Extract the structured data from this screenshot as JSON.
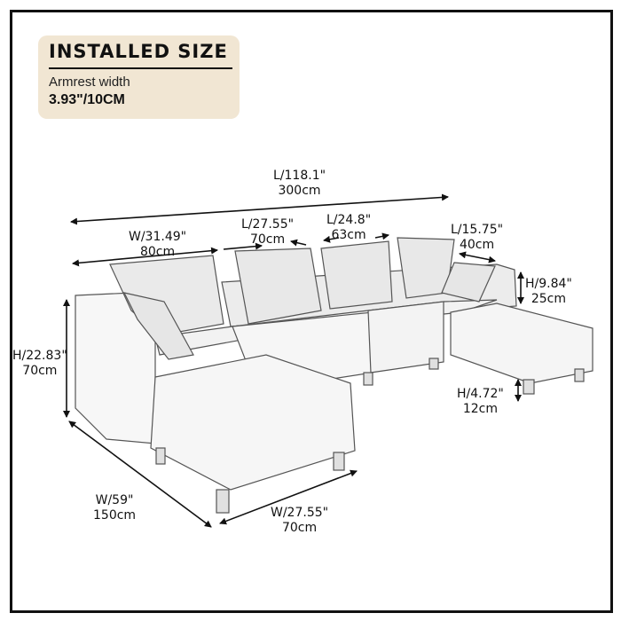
{
  "badge": {
    "title": "INSTALLED SIZE",
    "subtitle": "Armrest width",
    "value": "3.93\"/10CM",
    "background": "#f1e6d3"
  },
  "dimensions": {
    "total_length": {
      "imperial": "L/118.1\"",
      "metric": "300cm"
    },
    "corner_width": {
      "imperial": "W/31.49\"",
      "metric": "80cm"
    },
    "middle_length": {
      "imperial": "L/27.55\"",
      "metric": "70cm"
    },
    "armless_length": {
      "imperial": "L/24.8\"",
      "metric": "63cm"
    },
    "pillow_length": {
      "imperial": "L/15.75\"",
      "metric": "40cm"
    },
    "arm_height": {
      "imperial": "H/9.84\"",
      "metric": "25cm"
    },
    "total_height": {
      "imperial": "H/22.83\"",
      "metric": "70cm"
    },
    "leg_height": {
      "imperial": "H/4.72\"",
      "metric": "12cm"
    },
    "chaise_depth": {
      "imperial": "W/59\"",
      "metric": "150cm"
    },
    "ottoman_width": {
      "imperial": "W/27.55\"",
      "metric": "70cm"
    }
  }
}
